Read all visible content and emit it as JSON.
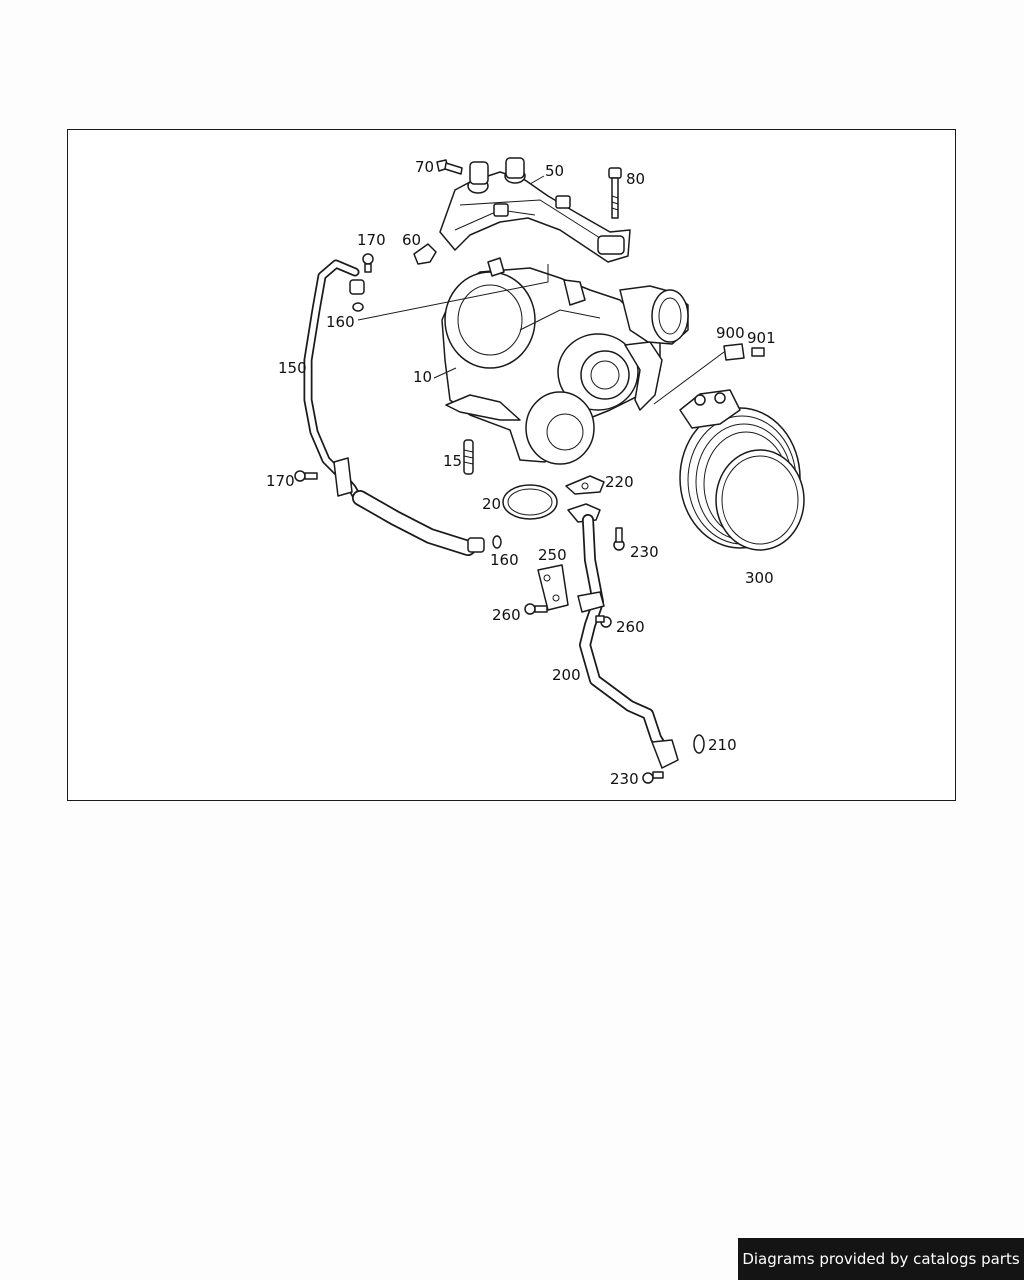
{
  "labels": {
    "p10": "10",
    "p15": "15",
    "p20": "20",
    "p50": "50",
    "p60": "60",
    "p70": "70",
    "p80": "80",
    "p150": "150",
    "p160a": "160",
    "p160b": "160",
    "p170a": "170",
    "p170b": "170",
    "p200": "200",
    "p210": "210",
    "p220": "220",
    "p230a": "230",
    "p230b": "230",
    "p250": "250",
    "p260a": "260",
    "p260b": "260",
    "p300": "300",
    "p900": "900",
    "p901": "901"
  },
  "footer": {
    "text": "Diagrams provided by catalogs parts"
  }
}
